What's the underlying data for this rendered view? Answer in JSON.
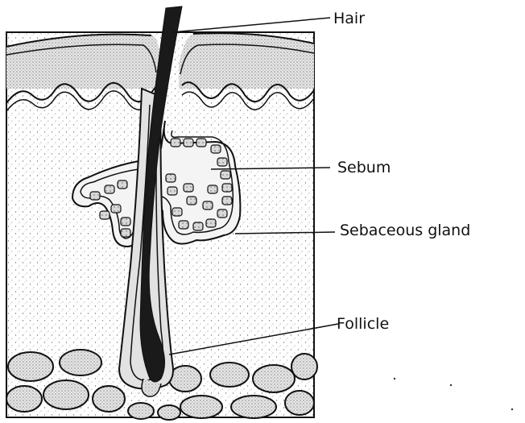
{
  "diagram": {
    "labels": {
      "hair": "Hair",
      "sebum": "Sebum",
      "sebaceous_gland": "Sebaceous gland",
      "follicle": "Follicle"
    },
    "colors": {
      "line": "#111111",
      "stipple": "#8a8a8a",
      "hair_fill": "#1a1a1a",
      "background": "#ffffff"
    }
  }
}
